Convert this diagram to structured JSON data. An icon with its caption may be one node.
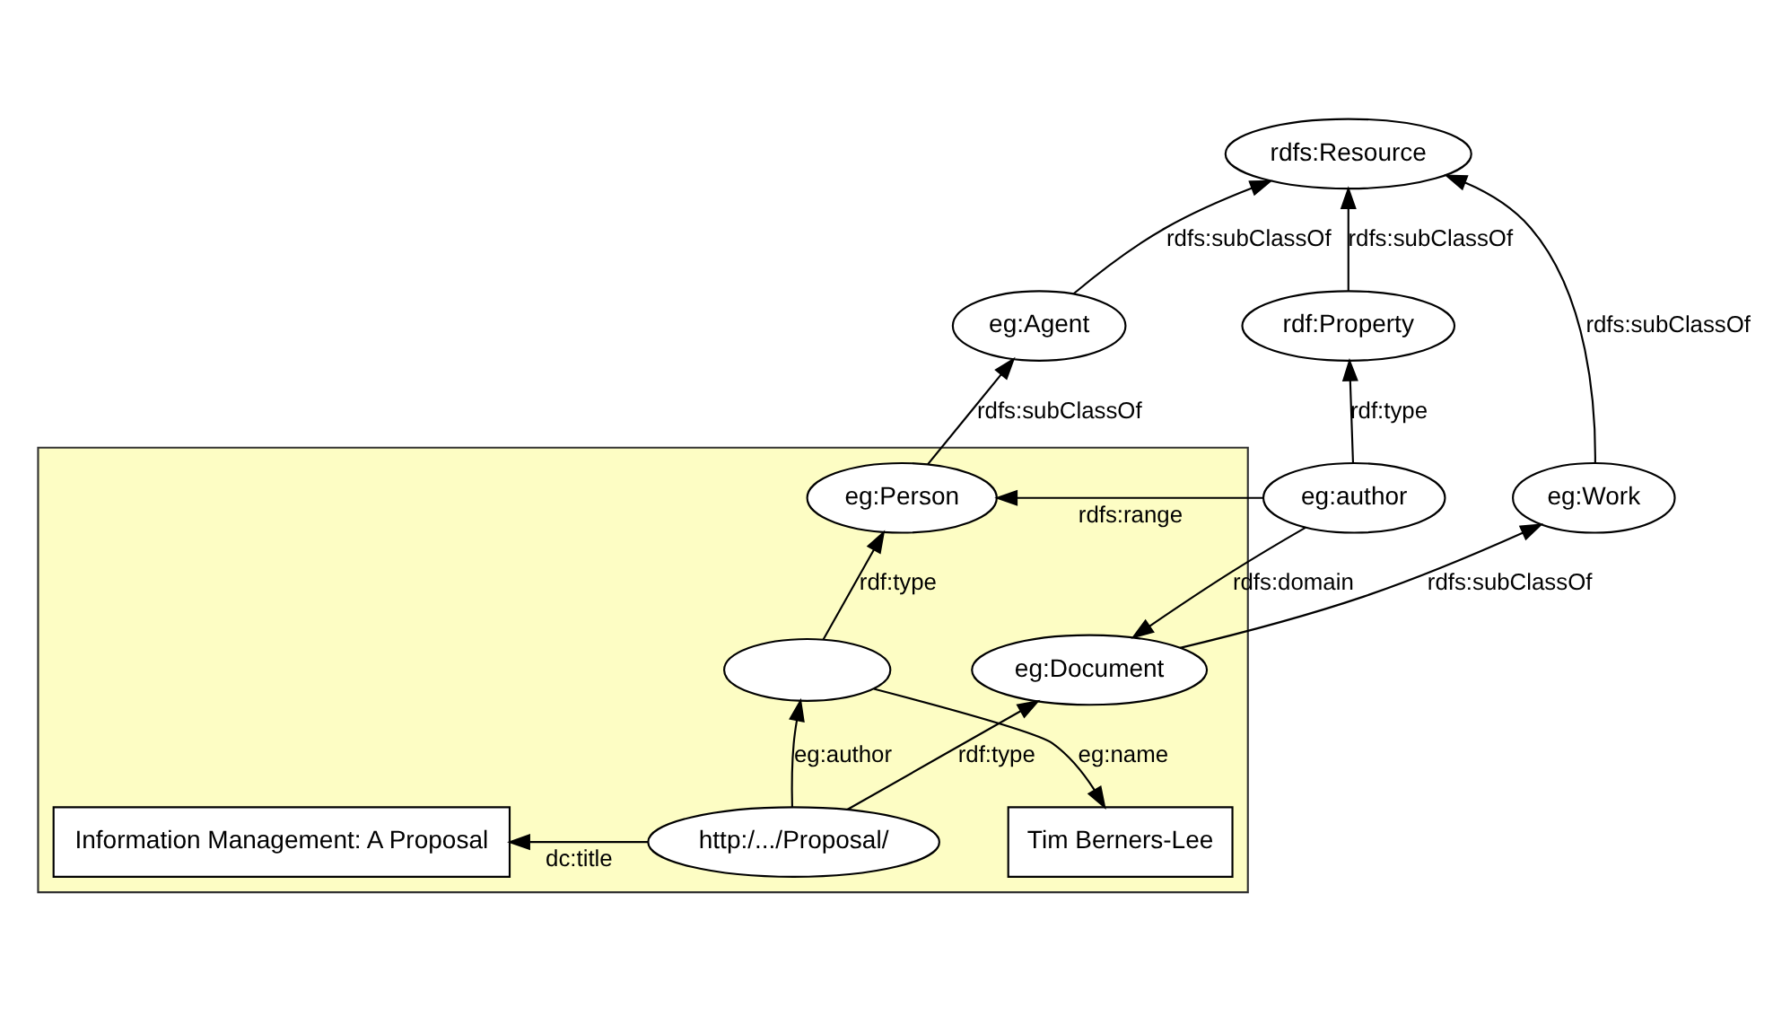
{
  "diagram": {
    "nodes": [
      {
        "text": [
          "rdfs:Resource"
        ]
      },
      {
        "text": [
          "eg:Work"
        ]
      },
      {
        "text": [
          "rdf:Property"
        ]
      },
      {
        "text": [
          "eg:Agent"
        ]
      },
      {
        "text": [
          "eg:author"
        ]
      },
      {
        "text": [],
        "shape": "box"
      },
      {
        "text": [
          "eg:Document"
        ],
        "in": 5
      },
      {
        "text": [
          "eg:Person"
        ],
        "in": 5
      },
      {
        "text": [],
        "shape": "ellipse",
        "in": 5
      },
      {
        "text": [
          "Tim Berners-Lee"
        ],
        "in": 5
      },
      {
        "text": [
          "http:/.../Proposal/"
        ],
        "in": 5
      },
      {
        "text": [
          "Information Management: A Proposal"
        ],
        "in": 5
      }
    ],
    "edges": [
      {
        "from": 1,
        "to": 0,
        "arrow": "to",
        "label": "rdfs:subClassOf"
      },
      {
        "from": 2,
        "to": 0,
        "arrow": "to",
        "label": "rdfs:subClassOf"
      },
      {
        "from": 3,
        "to": 0,
        "arrow": "to",
        "label": "rdfs:subClassOf"
      },
      {
        "from": 6,
        "to": 1,
        "arrow": "to",
        "label": "rdfs:subClassOf"
      },
      {
        "from": 4,
        "to": 2,
        "arrow": "to",
        "label": "rdf:type"
      },
      {
        "from": 7,
        "to": 3,
        "arrow": "to",
        "label": "rdfs:subClassOf"
      },
      {
        "from": 4,
        "to": 6,
        "arrow": "to",
        "label": "rdfs:domain"
      },
      {
        "from": 4,
        "to": 7,
        "arrow": "to",
        "label": "rdfs:range"
      },
      {
        "from": 10,
        "to": 6,
        "arrow": "to",
        "label": "rdf:type"
      },
      {
        "from": 8,
        "to": 7,
        "arrow": "to",
        "label": "rdf:type"
      },
      {
        "from": 10,
        "to": 8,
        "arrow": "to",
        "label": "eg:author"
      },
      {
        "from": 8,
        "to": 9,
        "arrow": "to",
        "label": "eg:name"
      },
      {
        "from": 10,
        "to": 11,
        "arrow": "to",
        "label": "dc:title"
      }
    ]
  }
}
